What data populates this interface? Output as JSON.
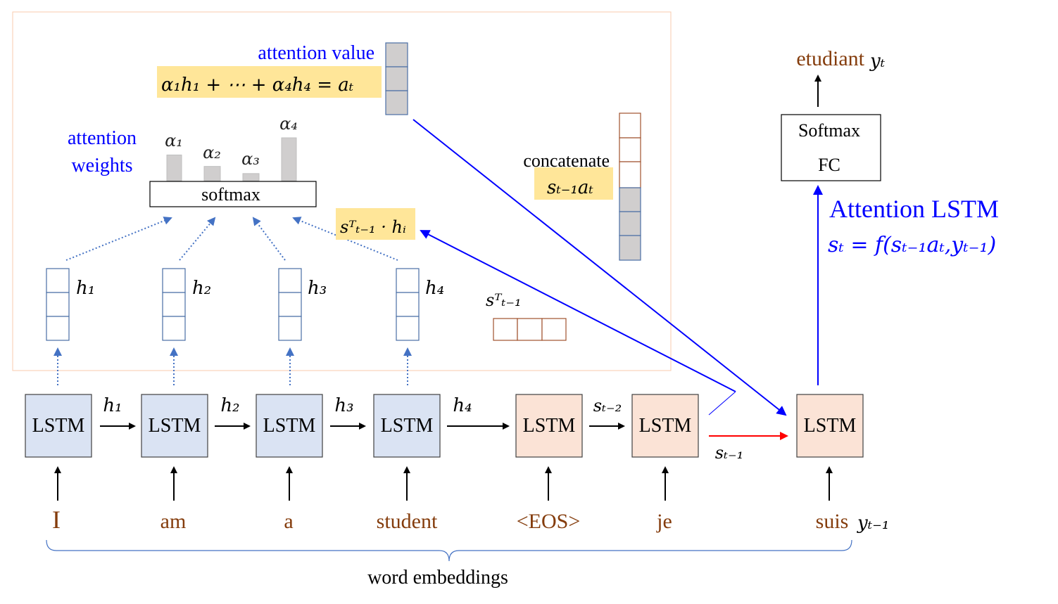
{
  "colors": {
    "encoder_fill": "#dae3f3",
    "decoder_fill": "#fbe3d6",
    "highlight": "#ffe699",
    "word": "#843c0c",
    "accent": "#0000ff",
    "bar": "#d0cece"
  },
  "attention": {
    "value_label": "attention  value",
    "value_formula": "α₁h₁ + ⋯ + α₄h₄ = aₜ",
    "weights_label_1": "attention",
    "weights_label_2": "weights",
    "softmax": "softmax",
    "alphas": [
      "α₁",
      "α₂",
      "α₃",
      "α₄"
    ],
    "weights": [
      0.18,
      0.1,
      0.05,
      0.3
    ],
    "score_formula": "sᵀₜ₋₁ · hᵢ",
    "hidden_labels": [
      "h₁",
      "h₂",
      "h₃",
      "h₄"
    ],
    "state_label": "sᵀₜ₋₁",
    "concatenate": "concatenate",
    "concat_formula": "sₜ₋₁aₜ"
  },
  "encoder": {
    "cells": [
      "LSTM",
      "LSTM",
      "LSTM",
      "LSTM"
    ],
    "arrows": [
      "h₁",
      "h₂",
      "h₃",
      "h₄"
    ]
  },
  "decoder": {
    "cells": [
      "LSTM",
      "LSTM",
      "LSTM"
    ],
    "arrows": [
      "sₜ₋₂",
      "sₜ₋₁"
    ]
  },
  "words": [
    "I",
    "am",
    "a",
    "student",
    "<EOS>",
    "je",
    "suis"
  ],
  "input_label": "yₜ₋₁",
  "embeddings_label": "word embeddings",
  "output": {
    "box_top": "Softmax",
    "box_bottom": "FC",
    "word": "etudiant",
    "label": "yₜ"
  },
  "attention_lstm": {
    "title": "Attention LSTM",
    "formula": "sₜ = f(sₜ₋₁aₜ,yₜ₋₁)"
  }
}
